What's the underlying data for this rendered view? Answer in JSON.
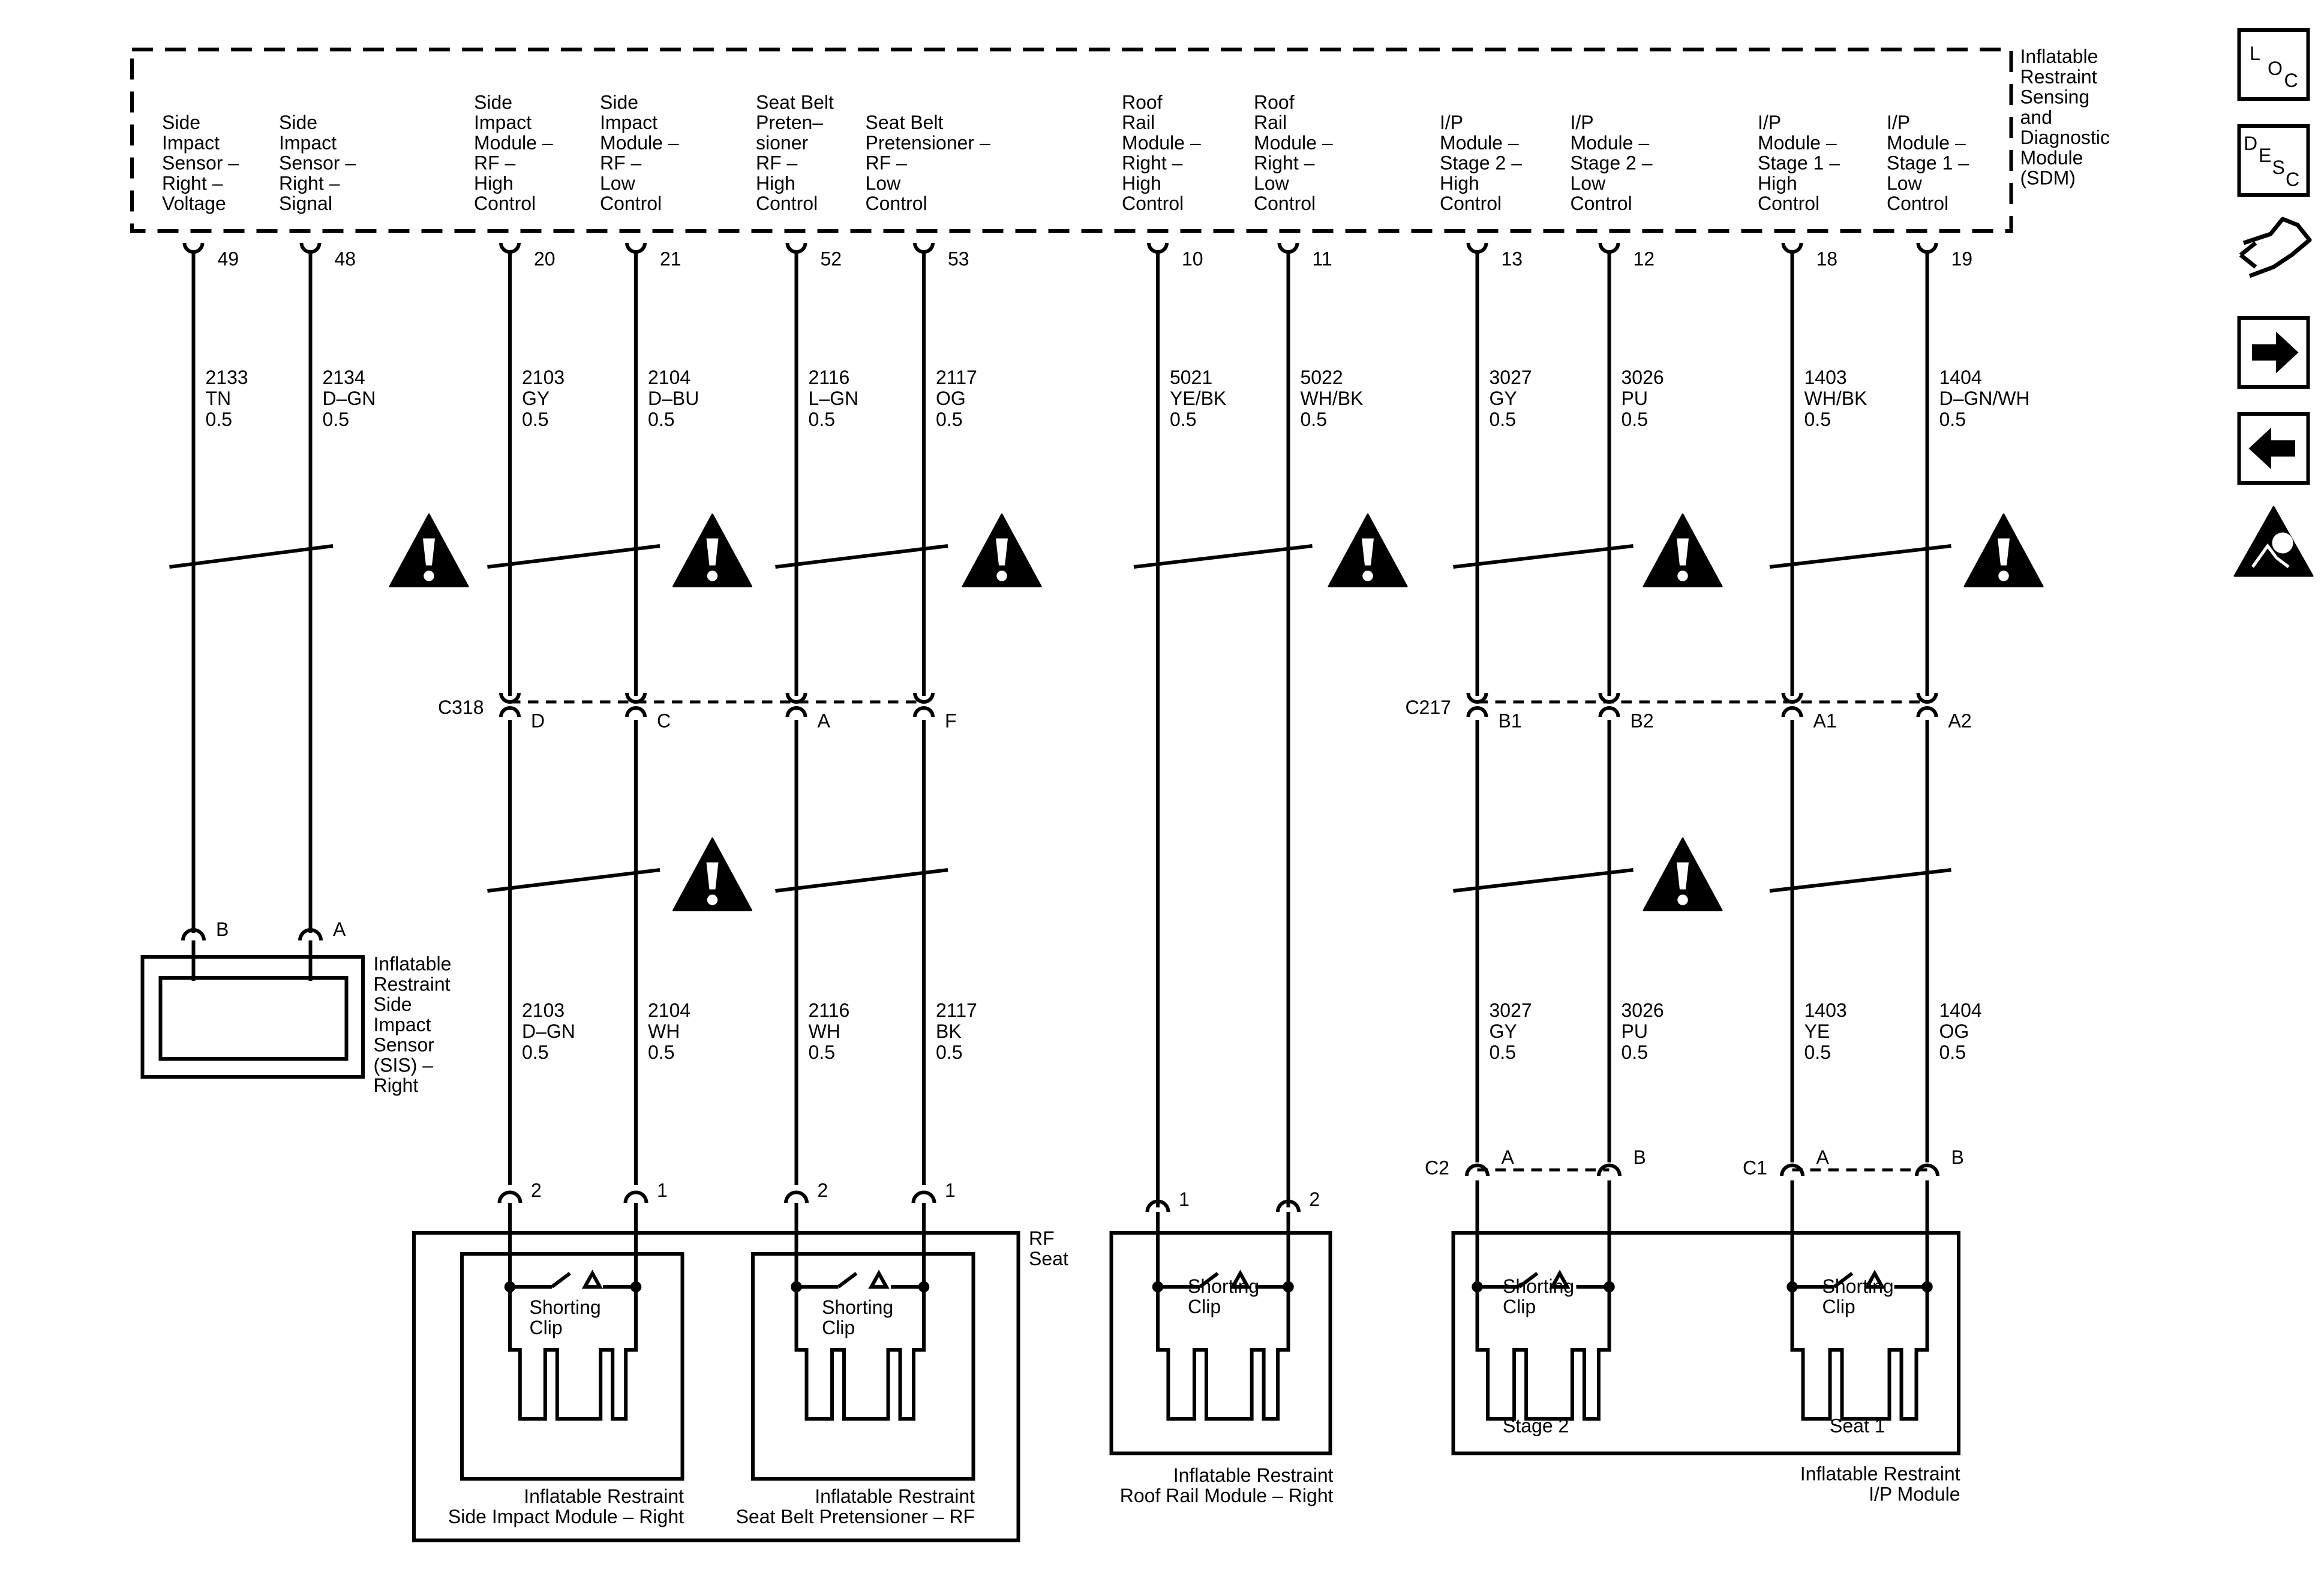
{
  "sdm": {
    "title_lines": [
      "Inflatable",
      "Restraint",
      "Sensing",
      "and",
      "Diagnostic",
      "Module",
      "(SDM)"
    ],
    "pins": [
      {
        "pin": "49",
        "label_lines": [
          "Side",
          "Impact",
          "Sensor –",
          "Right –",
          "Voltage"
        ]
      },
      {
        "pin": "48",
        "label_lines": [
          "Side",
          "Impact",
          "Sensor –",
          "Right –",
          "Signal"
        ]
      },
      {
        "pin": "20",
        "label_lines": [
          "Side",
          "Impact",
          "Module –",
          "RF –",
          "High",
          "Control"
        ]
      },
      {
        "pin": "21",
        "label_lines": [
          "Side",
          "Impact",
          "Module –",
          "RF –",
          "Low",
          "Control"
        ]
      },
      {
        "pin": "52",
        "label_lines": [
          "Seat Belt",
          "Preten–",
          "sioner",
          "RF –",
          "High",
          "Control"
        ]
      },
      {
        "pin": "53",
        "label_lines": [
          "Seat Belt",
          "Pretensioner –",
          "RF –",
          "Low",
          "Control"
        ]
      },
      {
        "pin": "10",
        "label_lines": [
          "Roof",
          "Rail",
          "Module –",
          "Right –",
          "High",
          "Control"
        ]
      },
      {
        "pin": "11",
        "label_lines": [
          "Roof",
          "Rail",
          "Module –",
          "Right –",
          "Low",
          "Control"
        ]
      },
      {
        "pin": "13",
        "label_lines": [
          "I/P",
          "Module –",
          "Stage 2 –",
          "High",
          "Control"
        ]
      },
      {
        "pin": "12",
        "label_lines": [
          "I/P",
          "Module –",
          "Stage 2 –",
          "Low",
          "Control"
        ]
      },
      {
        "pin": "18",
        "label_lines": [
          "I/P",
          "Module –",
          "Stage 1 –",
          "High",
          "Control"
        ]
      },
      {
        "pin": "19",
        "label_lines": [
          "I/P",
          "Module –",
          "Stage 1 –",
          "Low",
          "Control"
        ]
      }
    ]
  },
  "upper_wires": [
    {
      "circuit": "2133",
      "color": "TN",
      "gauge": "0.5"
    },
    {
      "circuit": "2134",
      "color": "D–GN",
      "gauge": "0.5"
    },
    {
      "circuit": "2103",
      "color": "GY",
      "gauge": "0.5"
    },
    {
      "circuit": "2104",
      "color": "D–BU",
      "gauge": "0.5"
    },
    {
      "circuit": "2116",
      "color": "L–GN",
      "gauge": "0.5"
    },
    {
      "circuit": "2117",
      "color": "OG",
      "gauge": "0.5"
    },
    {
      "circuit": "5021",
      "color": "YE/BK",
      "gauge": "0.5"
    },
    {
      "circuit": "5022",
      "color": "WH/BK",
      "gauge": "0.5"
    },
    {
      "circuit": "3027",
      "color": "GY",
      "gauge": "0.5"
    },
    {
      "circuit": "3026",
      "color": "PU",
      "gauge": "0.5"
    },
    {
      "circuit": "1403",
      "color": "WH/BK",
      "gauge": "0.5"
    },
    {
      "circuit": "1404",
      "color": "D–GN/WH",
      "gauge": "0.5"
    }
  ],
  "lower_wires": [
    {
      "circuit": "2103",
      "color": "D–GN",
      "gauge": "0.5"
    },
    {
      "circuit": "2104",
      "color": "WH",
      "gauge": "0.5"
    },
    {
      "circuit": "2116",
      "color": "WH",
      "gauge": "0.5"
    },
    {
      "circuit": "2117",
      "color": "BK",
      "gauge": "0.5"
    },
    {
      "circuit": "3027",
      "color": "GY",
      "gauge": "0.5"
    },
    {
      "circuit": "3026",
      "color": "PU",
      "gauge": "0.5"
    },
    {
      "circuit": "1403",
      "color": "YE",
      "gauge": "0.5"
    },
    {
      "circuit": "1404",
      "color": "OG",
      "gauge": "0.5"
    }
  ],
  "connectors": {
    "c318": {
      "name": "C318",
      "pins": [
        "D",
        "C",
        "A",
        "F"
      ]
    },
    "c217": {
      "name": "C217",
      "pins": [
        "B1",
        "B2",
        "A1",
        "A2"
      ]
    },
    "c2": {
      "name": "C2",
      "pins": [
        "A",
        "B"
      ]
    },
    "c1": {
      "name": "C1",
      "pins": [
        "A",
        "B"
      ]
    },
    "sis": {
      "pins": [
        "B",
        "A"
      ]
    },
    "side_module": {
      "pins": [
        "2",
        "1"
      ]
    },
    "pretensioner": {
      "pins": [
        "2",
        "1"
      ]
    },
    "roof_rail": {
      "pins": [
        "1",
        "2"
      ]
    }
  },
  "components": {
    "sis_label_lines": [
      "Inflatable",
      "Restraint",
      "Side",
      "Impact",
      "Sensor",
      "(SIS) –",
      "Right"
    ],
    "rf_seat_lines": [
      "RF",
      "Seat"
    ],
    "shorting_clip_lines": [
      "Shorting",
      "Clip"
    ],
    "side_module_lines": [
      "Inflatable Restraint",
      "Side Impact Module – Right"
    ],
    "pretensioner_lines": [
      "Inflatable Restraint",
      "Seat Belt Pretensioner – RF"
    ],
    "roof_rail_lines": [
      "Inflatable Restraint",
      "Roof Rail Module – Right"
    ],
    "ip_module_lines": [
      "Inflatable Restraint",
      "I/P Module"
    ],
    "stage2_label": "Stage 2",
    "seat1_label": "Seat 1"
  },
  "sidebar": {
    "loc_icon": {
      "icon": "loc-icon",
      "letters": [
        "L",
        "O",
        "C"
      ]
    },
    "desc_icon": {
      "icon": "desc-icon",
      "letters": [
        "D",
        "E",
        "S",
        "C"
      ]
    },
    "wrench_icon": "connector-wrench-icon",
    "next_icon": "arrow-right-icon",
    "prev_icon": "arrow-left-icon",
    "airbag_icon": "airbag-warning-icon"
  }
}
